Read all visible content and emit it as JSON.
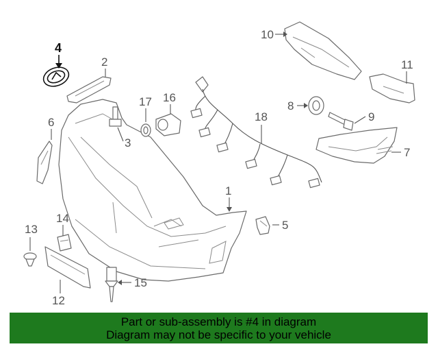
{
  "callouts": {
    "c1": "1",
    "c2": "2",
    "c3": "3",
    "c4": "4",
    "c5": "5",
    "c6": "6",
    "c7": "7",
    "c8": "8",
    "c9": "9",
    "c10": "10",
    "c11": "11",
    "c12": "12",
    "c13": "13",
    "c14": "14",
    "c15": "15",
    "c16": "16",
    "c17": "17",
    "c18": "18"
  },
  "highlighted_part": "4",
  "banner": {
    "line1": "Part or sub-assembly is #4 in diagram",
    "line2": "Diagram may not be specific to your vehicle",
    "background": "#1e7a1e"
  },
  "colors": {
    "linework": "#6a6a6a",
    "highlight": "#111111"
  }
}
